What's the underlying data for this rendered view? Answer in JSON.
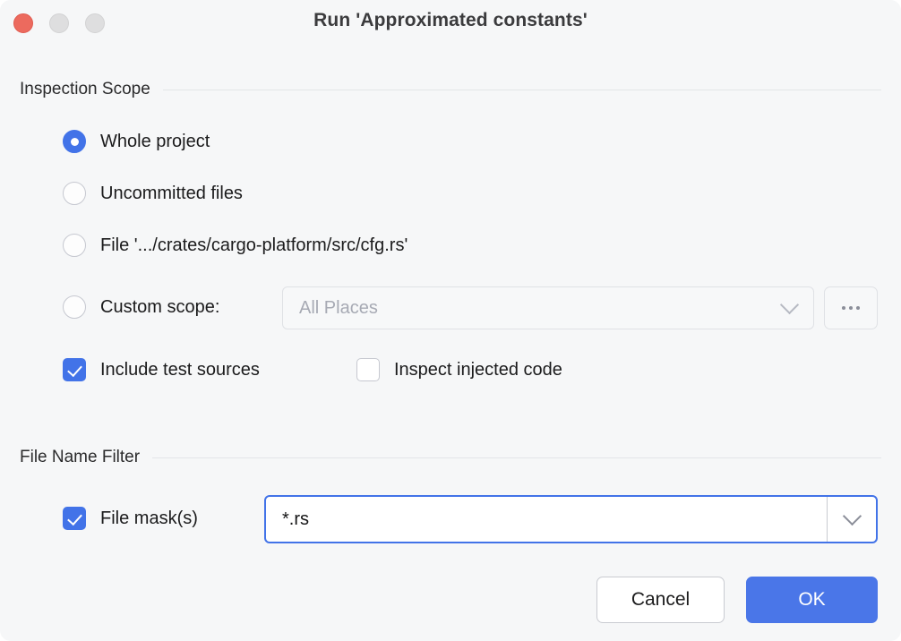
{
  "window": {
    "title": "Run 'Approximated constants'",
    "background_color": "#f6f7f8",
    "accent_color": "#4273e8",
    "traffic_lights": [
      {
        "name": "close",
        "color": "#ec6a5e"
      },
      {
        "name": "minimize",
        "color": "#dededf"
      },
      {
        "name": "maximize",
        "color": "#dededf"
      }
    ]
  },
  "inspection_scope": {
    "section_label": "Inspection Scope",
    "radios": [
      {
        "label": "Whole project",
        "checked": true
      },
      {
        "label": "Uncommitted files",
        "checked": false
      },
      {
        "label": "File '.../crates/cargo-platform/src/cfg.rs'",
        "checked": false
      },
      {
        "label": "Custom scope:",
        "checked": false
      }
    ],
    "custom_scope_combo": {
      "value": "All Places",
      "placeholder": "All Places",
      "enabled": false,
      "arrow_icon": "chevron-down-icon"
    },
    "browse_button": {
      "label": "...",
      "icon": "ellipsis-icon"
    },
    "checkboxes": [
      {
        "label": "Include test sources",
        "checked": true
      },
      {
        "label": "Inspect injected code",
        "checked": false
      }
    ]
  },
  "file_name_filter": {
    "section_label": "File Name Filter",
    "checkbox": {
      "label": "File mask(s)",
      "checked": true
    },
    "mask_combo": {
      "value": "*.rs",
      "placeholder": "*.rs",
      "focused": true,
      "arrow_icon": "chevron-down-icon"
    }
  },
  "footer": {
    "cancel_label": "Cancel",
    "ok_label": "OK"
  }
}
